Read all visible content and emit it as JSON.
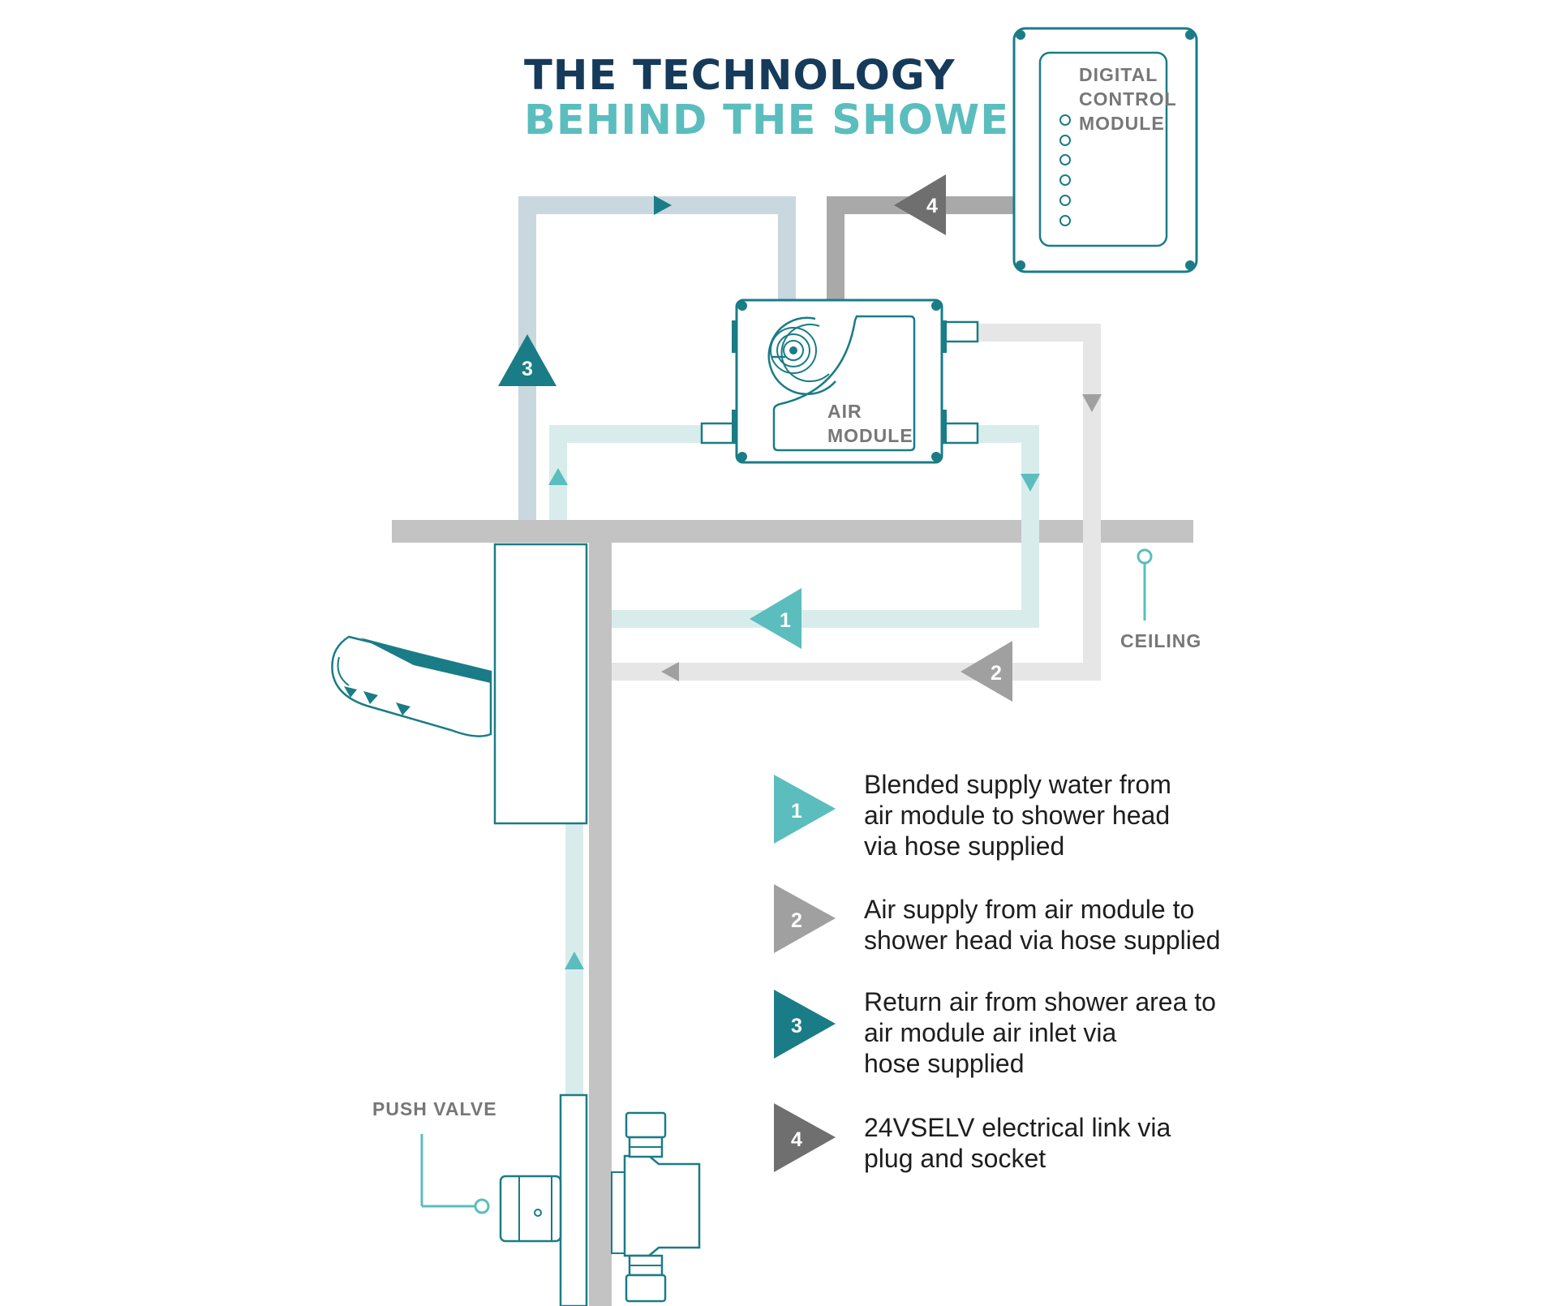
{
  "title": {
    "line1": "THE TECHNOLOGY",
    "line2": "BEHIND THE SHOWER"
  },
  "colors": {
    "title_dark": "#163a5a",
    "title_accent": "#5bbdbd",
    "teal_outline": "#1a7c86",
    "pipe_water": "#d9ecec",
    "pipe_return": "#c9d7de",
    "pipe_air": "#e6e6e6",
    "pipe_electric": "#a9a9a9",
    "structure_gray": "#c3c3c3",
    "badge_1": "#5bbdbd",
    "badge_2": "#a0a0a0",
    "badge_3": "#1a7c86",
    "badge_4": "#6f6f6f"
  },
  "modules": {
    "digital_control": [
      "DIGITAL",
      "CONTROL",
      "MODULE"
    ],
    "air_module": [
      "AIR",
      "MODULE"
    ]
  },
  "labels": {
    "ceiling": "CEILING",
    "push_valve": "PUSH VALVE"
  },
  "badges": {
    "one": "1",
    "two": "2",
    "three": "3",
    "four": "4"
  },
  "legend": [
    {
      "number": "1",
      "lines": [
        "Blended supply water from",
        "air module to shower head",
        "via hose supplied"
      ]
    },
    {
      "number": "2",
      "lines": [
        "Air supply from air module to",
        "shower head via hose supplied"
      ]
    },
    {
      "number": "3",
      "lines": [
        "Return air from shower area to",
        "air module air inlet via",
        "hose supplied"
      ]
    },
    {
      "number": "4",
      "lines": [
        "24VSELV electrical link via",
        "plug and socket"
      ]
    }
  ]
}
